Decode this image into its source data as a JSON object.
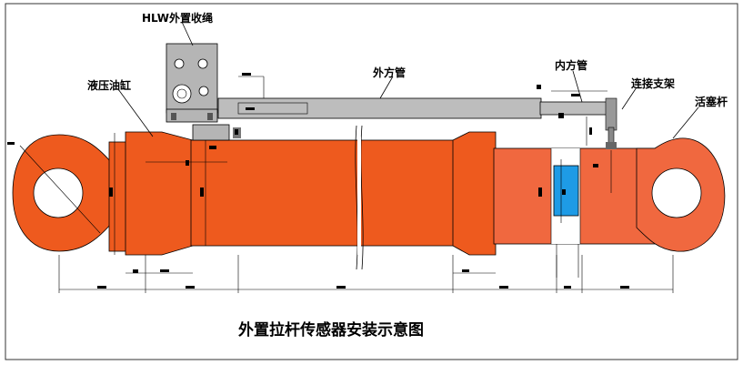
{
  "labels": {
    "hlw": "HLW外置收绳",
    "outer_tube": "外方管",
    "inner_tube": "内方管",
    "bracket": "连接支架",
    "cylinder": "液压油缸",
    "piston_rod": "活塞杆"
  },
  "title": "外置拉杆传感器安装示意图",
  "colors": {
    "cylinder": "#ee5a1e",
    "rod": "#f0683f",
    "box": "#b5b5b5",
    "tube": "#bdbdbd",
    "sensor": "#1e9be6",
    "outline": "#000000"
  }
}
